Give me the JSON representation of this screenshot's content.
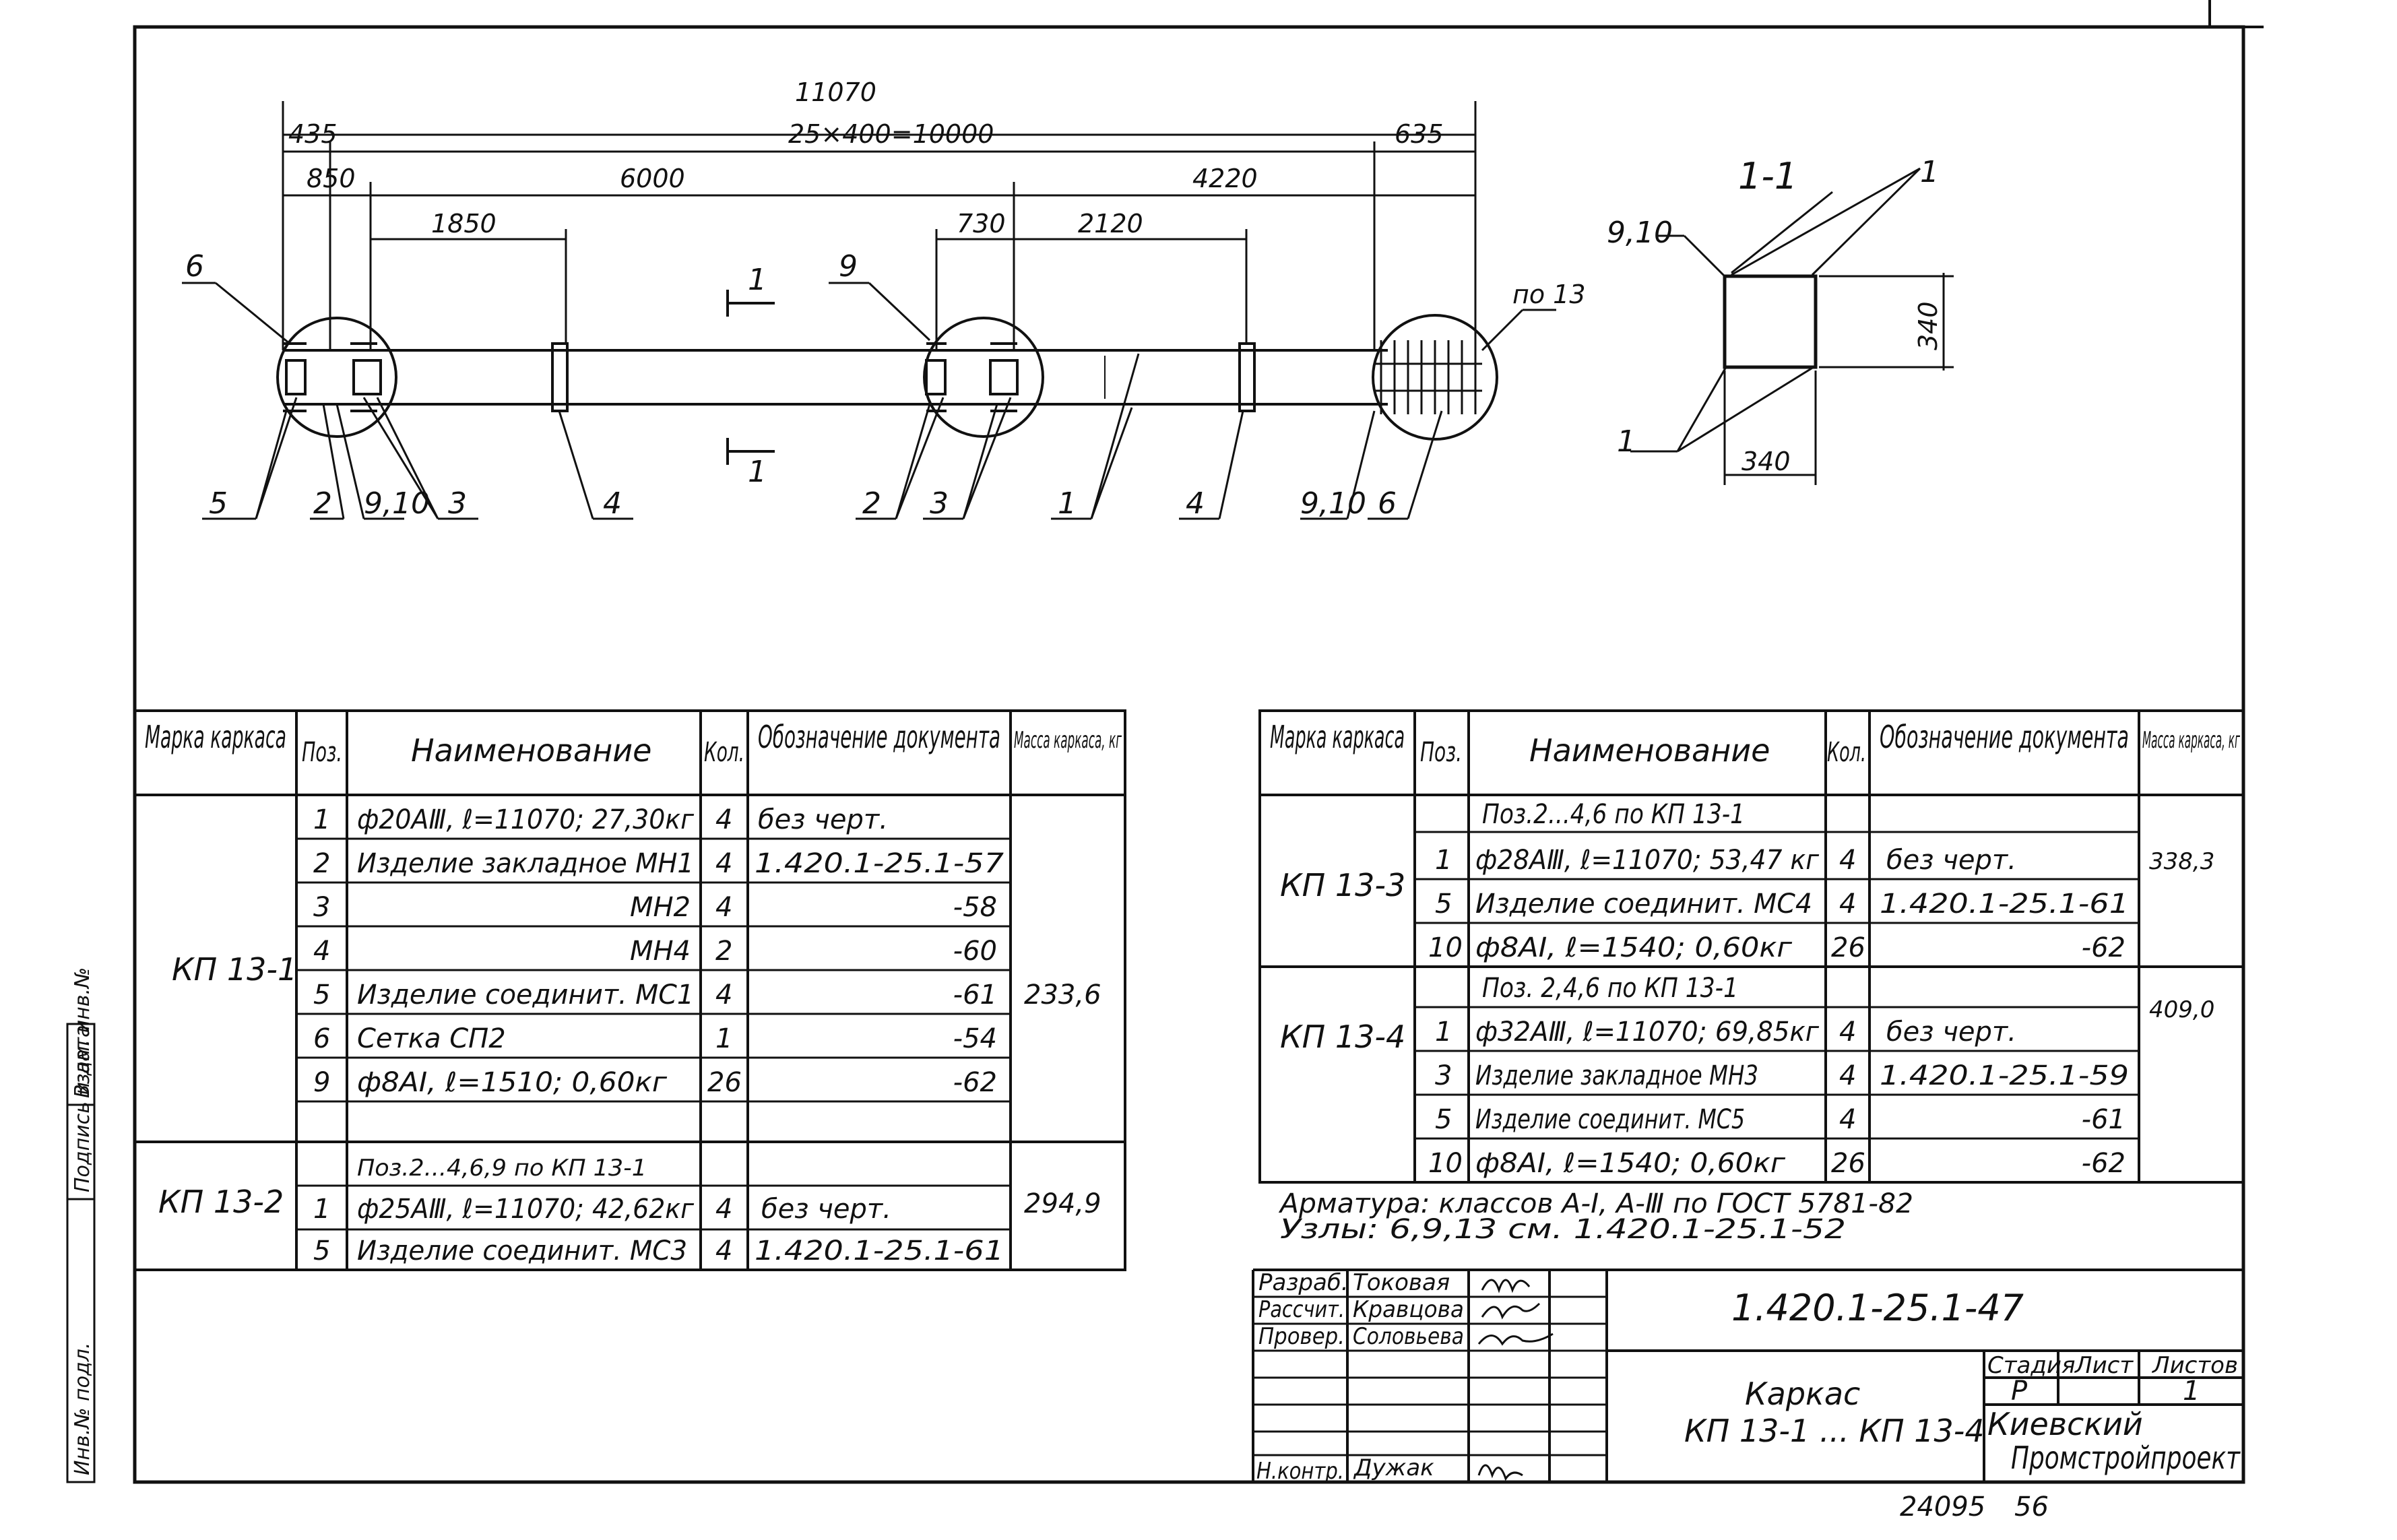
{
  "drawing": {
    "dims": {
      "overall": "11070",
      "left_end": "435",
      "spacing": "25×400=10000",
      "right_end": "635",
      "d850": "850",
      "d6000": "6000",
      "d4220": "4220",
      "d1850": "1850",
      "d730": "730",
      "d2120": "2120"
    },
    "callouts": [
      "6",
      "9",
      "5",
      "2",
      "9,10",
      "3",
      "4",
      "2",
      "3",
      "1",
      "4",
      "9,10",
      "6",
      "по 13"
    ],
    "section_marks": [
      "1",
      "1"
    ],
    "section": {
      "title": "1-1",
      "label_top": "1",
      "label_left": "9,10",
      "label_bottom": "1",
      "dim_v": "340",
      "dim_h": "340"
    }
  },
  "left_table": {
    "headers": [
      "Марка каркаса",
      "Поз.",
      "Наименование",
      "Кол.",
      "Обозначение документа",
      "Масса каркаса, кг"
    ],
    "groups": [
      {
        "mark": "КП 13-1",
        "mass": "233,6",
        "rows": [
          {
            "pos": "1",
            "name": "ф20АⅢ, ℓ=11070; 27,30кг",
            "qty": "4",
            "doc": "без черт."
          },
          {
            "pos": "2",
            "name": "Изделие закладное МН1",
            "qty": "4",
            "doc": "1.420.1-25.1-57"
          },
          {
            "pos": "3",
            "name": "МН2",
            "qty": "4",
            "doc": "-58"
          },
          {
            "pos": "4",
            "name": "МН4",
            "qty": "2",
            "doc": "-60"
          },
          {
            "pos": "5",
            "name": "Изделие соединит. МС1",
            "qty": "4",
            "doc": "-61"
          },
          {
            "pos": "6",
            "name": "Сетка СП2",
            "qty": "1",
            "doc": "-54"
          },
          {
            "pos": "9",
            "name": "ф8АⅠ, ℓ=1510; 0,60кг",
            "qty": "26",
            "doc": "-62"
          },
          {
            "pos": "",
            "name": "",
            "qty": "",
            "doc": ""
          }
        ]
      },
      {
        "mark": "КП 13-2",
        "mass": "294,9",
        "rows": [
          {
            "pos": "",
            "name": "Поз.2...4,6,9 по КП 13-1",
            "qty": "",
            "doc": ""
          },
          {
            "pos": "1",
            "name": "ф25АⅢ, ℓ=11070; 42,62кг",
            "qty": "4",
            "doc": "без черт."
          },
          {
            "pos": "5",
            "name": "Изделие соединит. МС3",
            "qty": "4",
            "doc": "1.420.1-25.1-61"
          }
        ]
      }
    ]
  },
  "right_table": {
    "headers": [
      "Марка каркаса",
      "Поз.",
      "Наименование",
      "Кол.",
      "Обозначение документа",
      "Масса каркаса, кг"
    ],
    "groups": [
      {
        "mark": "КП 13-3",
        "mass": "338,3",
        "rows": [
          {
            "pos": "",
            "name": "Поз.2...4,6 по КП 13-1",
            "qty": "",
            "doc": ""
          },
          {
            "pos": "1",
            "name": "ф28АⅢ, ℓ=11070; 53,47 кг",
            "qty": "4",
            "doc": "без черт."
          },
          {
            "pos": "5",
            "name": "Изделие соединит. МС4",
            "qty": "4",
            "doc": "1.420.1-25.1-61"
          },
          {
            "pos": "10",
            "name": "ф8АⅠ, ℓ=1540; 0,60кг",
            "qty": "26",
            "doc": "-62"
          }
        ]
      },
      {
        "mark": "КП 13-4",
        "mass": "409,0",
        "rows": [
          {
            "pos": "",
            "name": "Поз. 2,4,6 по КП 13-1",
            "qty": "",
            "doc": ""
          },
          {
            "pos": "1",
            "name": "ф32АⅢ, ℓ=11070; 69,85кг",
            "qty": "4",
            "doc": "без черт."
          },
          {
            "pos": "3",
            "name": "Изделие закладное МН3",
            "qty": "4",
            "doc": "1.420.1-25.1-59"
          },
          {
            "pos": "5",
            "name": "Изделие соединит. МС5",
            "qty": "4",
            "doc": "-61"
          },
          {
            "pos": "10",
            "name": "ф8АⅠ, ℓ=1540; 0,60кг",
            "qty": "26",
            "doc": "-62"
          }
        ]
      }
    ]
  },
  "notes": [
    "Арматура: классов А-Ⅰ, А-Ⅲ по ГОСТ 5781-82",
    "Узлы: 6,9,13 см. 1.420.1-25.1-52"
  ],
  "title_block": {
    "code": "1.420.1-25.1-47",
    "name_line1": "Каркас",
    "name_line2": "КП 13-1 ... КП 13-4",
    "stage_label": "Стадия",
    "sheet_label": "Лист",
    "sheets_label": "Листов",
    "stage": "Р",
    "sheets": "1",
    "org_line1": "Киевский",
    "org_line2": "Промстройпроект",
    "people": [
      {
        "role": "Разраб.",
        "name": "Токовая"
      },
      {
        "role": "Рассчит.",
        "name": "Кравцова"
      },
      {
        "role": "Провер.",
        "name": "Соловьева"
      },
      {
        "role": "",
        "name": ""
      },
      {
        "role": "",
        "name": ""
      },
      {
        "role": "",
        "name": ""
      },
      {
        "role": "Н.контр.",
        "name": "Дужак"
      }
    ]
  },
  "side_stamp": [
    "Инв.№ подл.",
    "Подпись и дата",
    "Взам. инв.№"
  ],
  "footer": {
    "number": "24095",
    "format": "56"
  }
}
